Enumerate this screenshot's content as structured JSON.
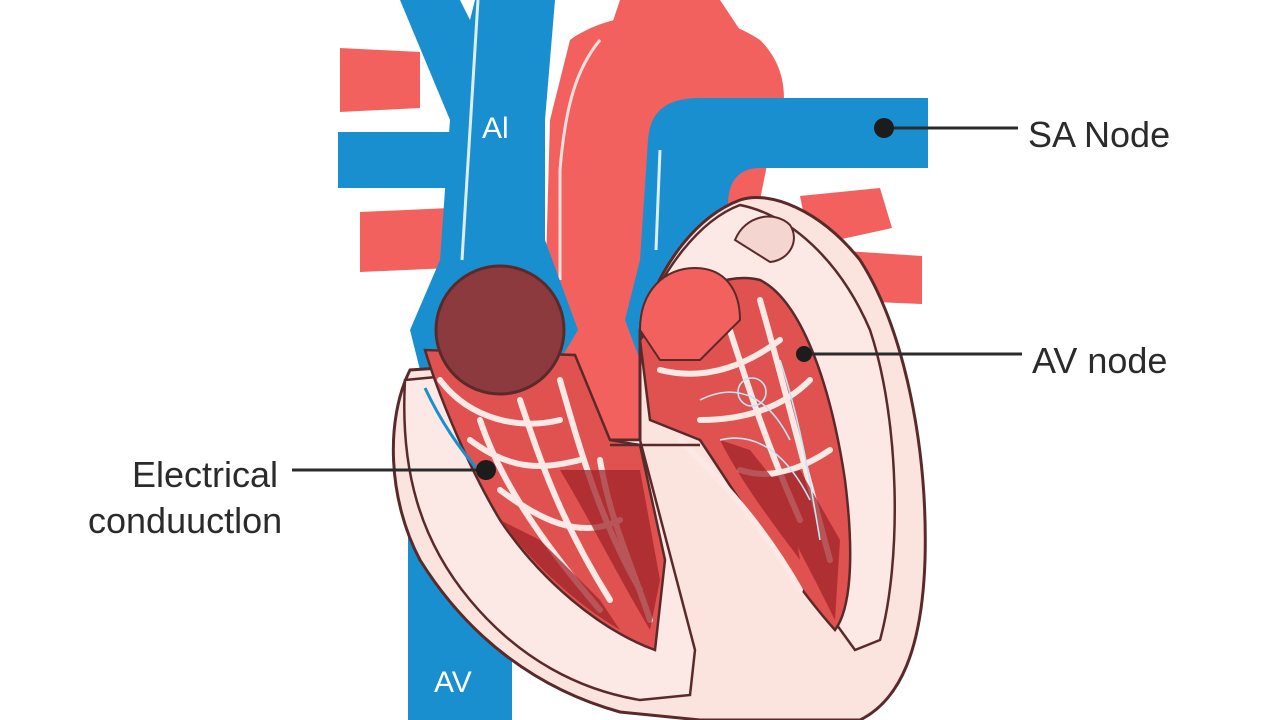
{
  "labels": {
    "sa_node": "SA Node",
    "av_node": "AV node",
    "electrical_line1": "Electrical",
    "electrical_line2": "conduuctlon",
    "vessel_top": "Al",
    "vessel_bottom": "AV"
  },
  "colors": {
    "vein_blue": "#1a8fcf",
    "artery_red": "#f2615d",
    "muscle_dark": "#a0242a",
    "tissue_pink": "#fbe3de",
    "node_dark": "#8c3a3d",
    "outline": "#5a2a2a",
    "callout": "#2b2b2b"
  }
}
